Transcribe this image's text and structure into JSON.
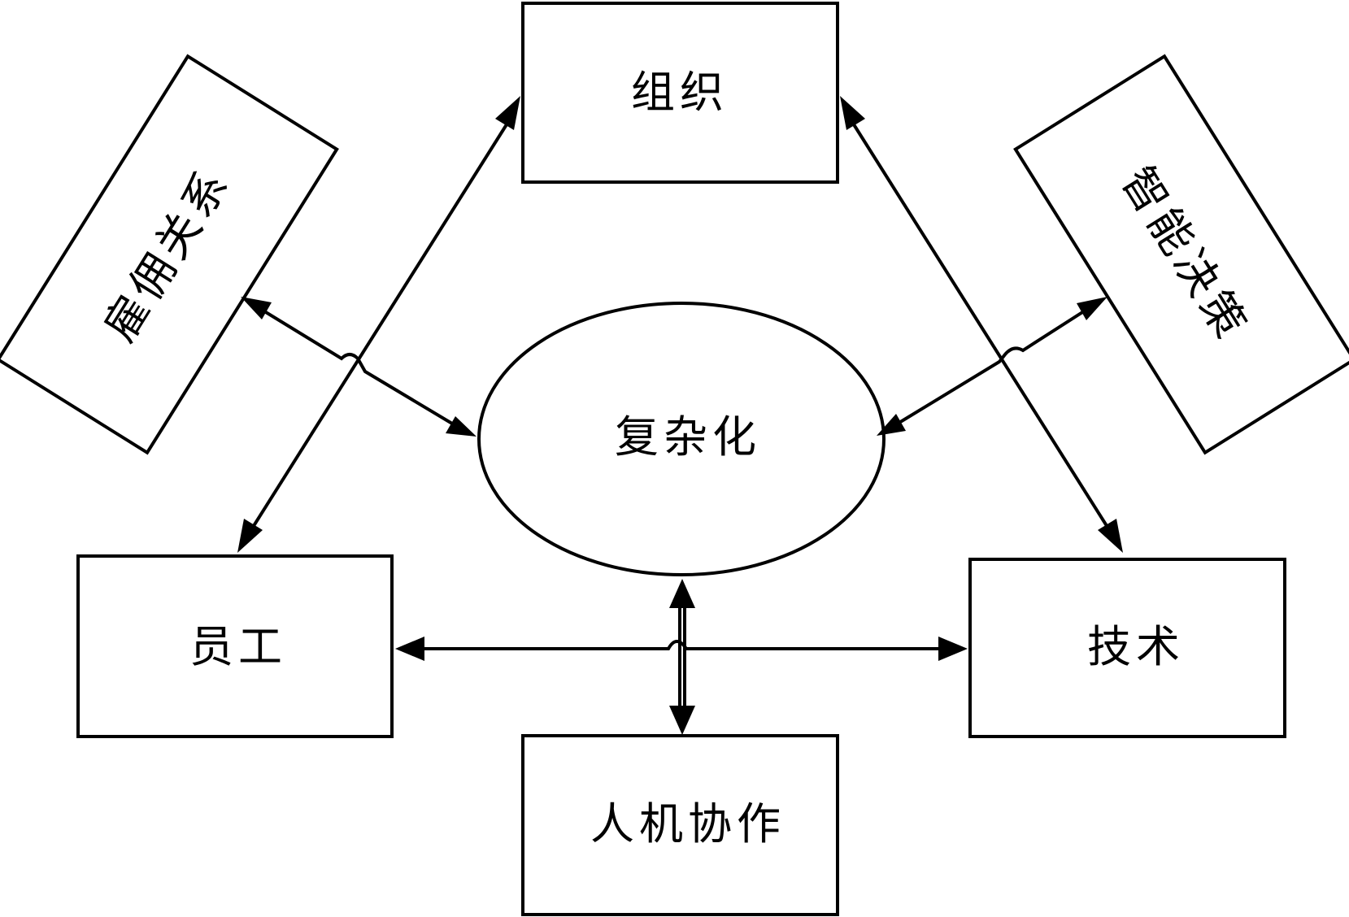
{
  "nodes": {
    "organization": "组织",
    "employee": "员工",
    "technology": "技术",
    "human_machine": "人机协作",
    "employment_relation": "雇佣关系",
    "intelligent_decision": "智能决策",
    "complexity": "复杂化"
  },
  "colors": {
    "stroke": "#000000",
    "background": "#ffffff"
  }
}
